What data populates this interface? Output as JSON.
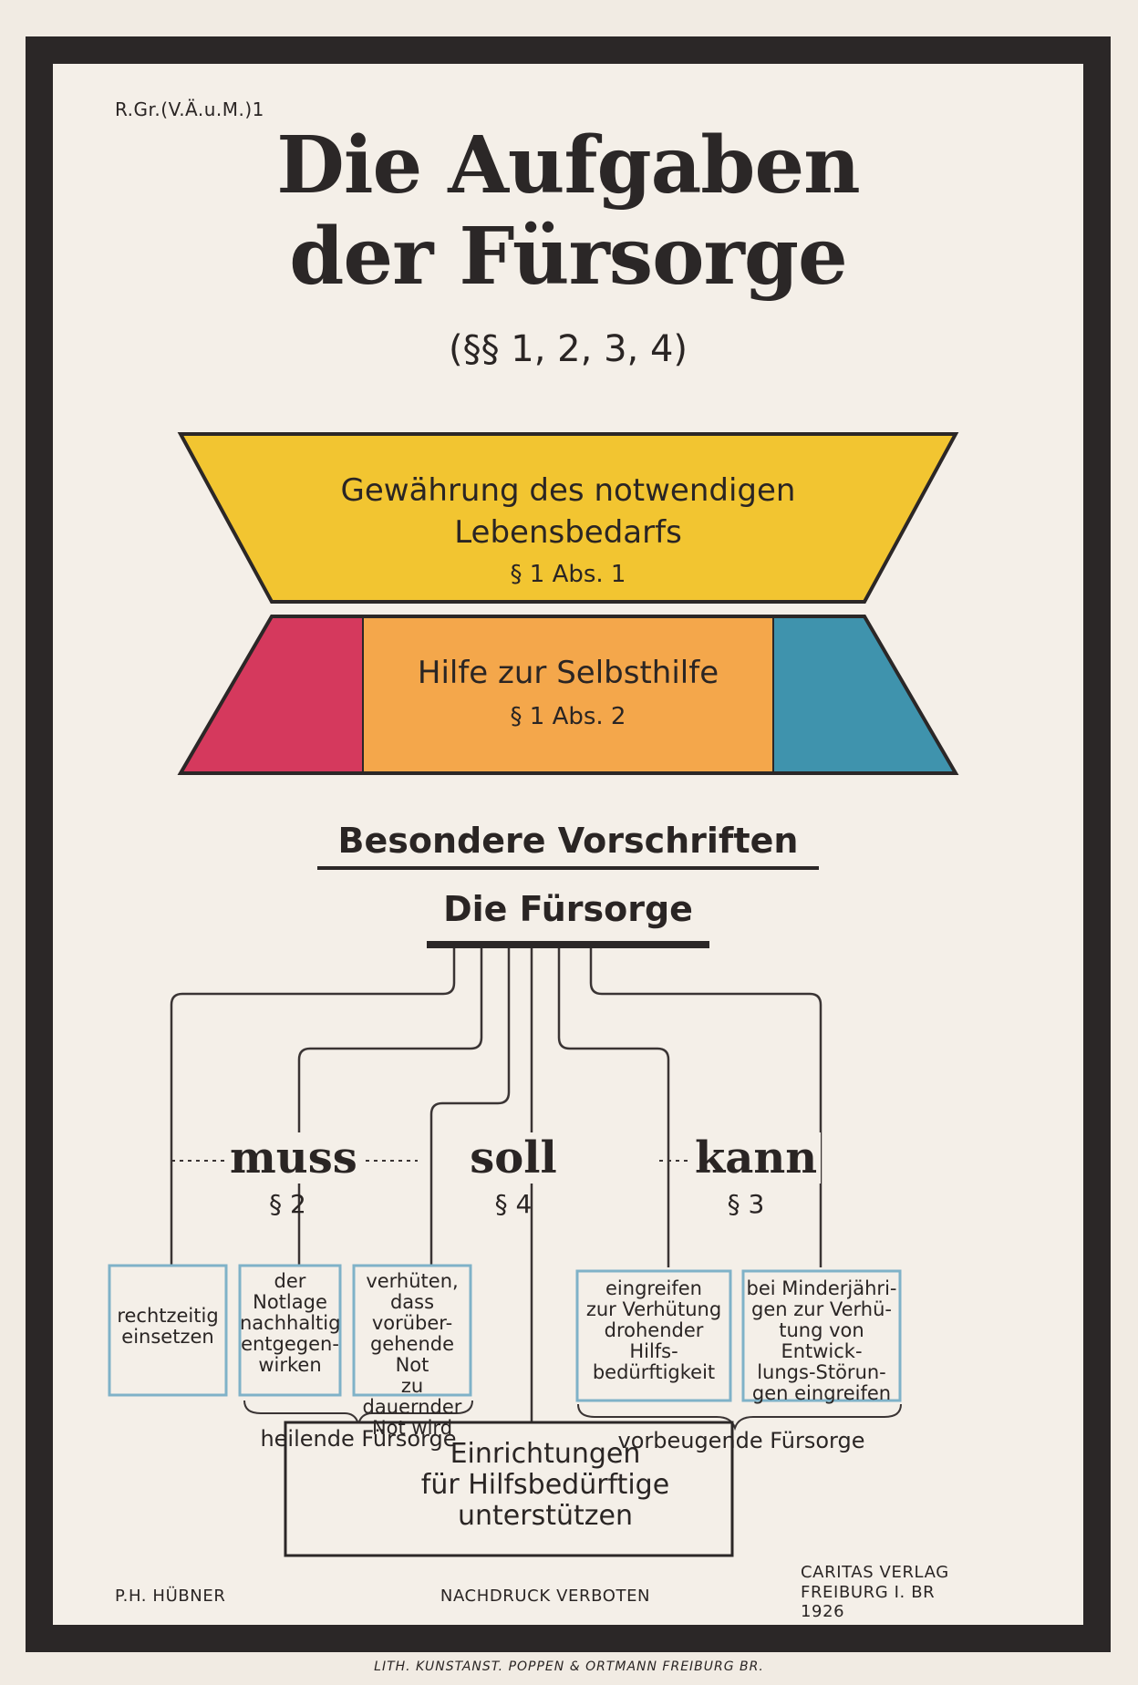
{
  "header": {
    "code_mark": "R.Gr.(V.Ä.u.M.)1",
    "title_line1": "Die Aufgaben",
    "title_line2": "der Fürsorge",
    "paragraphs": "(§§ 1, 2, 3, 4)"
  },
  "yellow_block": {
    "line1": "Gewährung des notwendigen",
    "line2": "Lebensbedarfs",
    "para": "§ 1 Abs. 1"
  },
  "orange_block": {
    "line1": "Hilfe zur Selbsthilfe",
    "para": "§ 1 Abs. 2"
  },
  "section": {
    "heading": "Besondere Vorschriften",
    "subheading": "Die Fürsorge"
  },
  "modals": {
    "muss": {
      "word": "muss",
      "para": "§ 2"
    },
    "soll": {
      "word": "soll",
      "para": "§ 4"
    },
    "kann": {
      "word": "kann",
      "para": "§ 3"
    }
  },
  "boxes": {
    "b1": [
      "rechtzeitig",
      "einsetzen"
    ],
    "b2": [
      "der",
      "Notlage",
      "nachhaltig",
      "entgegen-",
      "wirken"
    ],
    "b3": [
      "verhüten,",
      "dass vorüber-",
      "gehende Not",
      "zu dauernder",
      "Not wird"
    ],
    "b4": [
      "eingreifen",
      "zur Verhütung",
      "drohender",
      "Hilfs-",
      "bedürftigkeit"
    ],
    "b5": [
      "bei Minderjähri-",
      "gen zur Verhü-",
      "tung von Entwick-",
      "lungs-Störun-",
      "gen eingreifen"
    ]
  },
  "groups": {
    "heilend": "heilende Fürsorge",
    "vorbeugend": "vorbeugende Fürsorge"
  },
  "einrichtungen": [
    "Einrichtungen",
    "für Hilfsbedürftige",
    "unterstützen"
  ],
  "footer": {
    "author": "P.H. HÜBNER",
    "notice": "NACHDRUCK VERBOTEN",
    "publisher_line1": "CARITAS VERLAG",
    "publisher_line2": "FREIBURG I. BR 1926",
    "printer": "LITH. KUNSTANST. POPPEN & ORTMANN FREIBURG BR."
  },
  "colors": {
    "yellow": "#f2c531",
    "orange": "#f4a74b",
    "crimson": "#d5395d",
    "teal": "#3f93ad",
    "box_border": "#7fb2c8",
    "frame": "#2b2727"
  }
}
